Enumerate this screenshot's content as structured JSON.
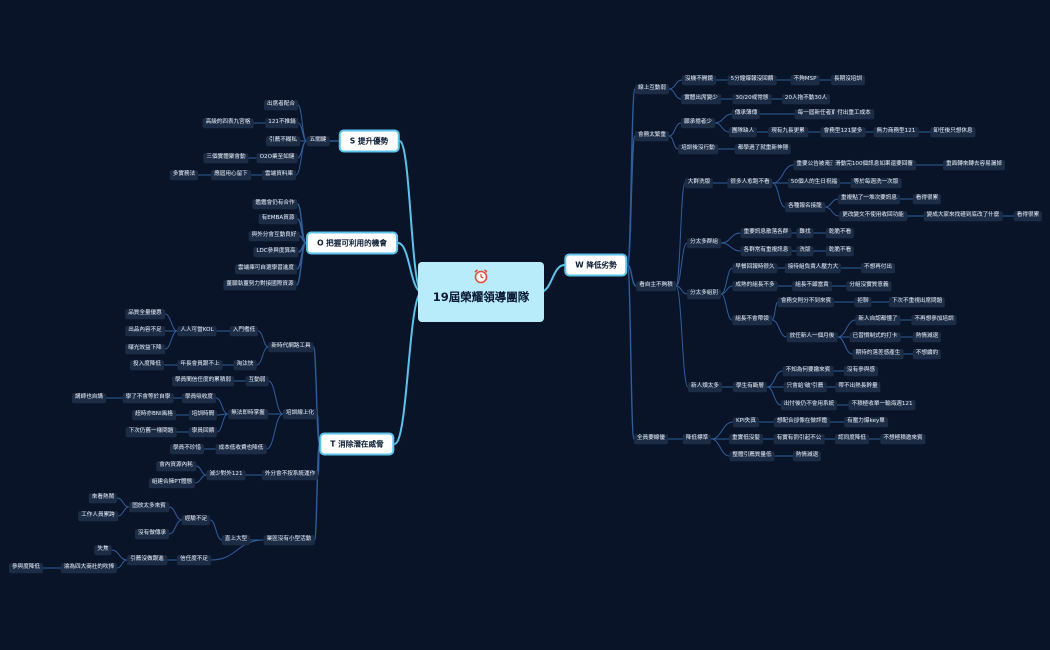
{
  "title": "19屆榮耀領導團隊",
  "colors": {
    "background": "#0a1428",
    "link": "#2f5e99",
    "node": "#1d2c45",
    "central": "#b9ecfa",
    "accent": "#5cc3ea",
    "icon": "#e74c3c"
  },
  "icons": {
    "central": "alarm-clock-icon"
  },
  "nodes": [
    {
      "id": "w",
      "text": "W 降低劣勢",
      "type": "branch"
    },
    {
      "id": "w1",
      "text": "線上互動弱",
      "parent": "w"
    },
    {
      "id": "w1a",
      "text": "沒機不開鏡",
      "parent": "w1"
    },
    {
      "id": "w1a1",
      "text": "5分鐘爆報沒回饋",
      "parent": "w1a"
    },
    {
      "id": "w1a2",
      "text": "不夠MSP",
      "parent": "w1a1"
    },
    {
      "id": "w1a3",
      "text": "長期沒培訓",
      "parent": "w1a2"
    },
    {
      "id": "w1b",
      "text": "實體出席變少",
      "parent": "w1"
    },
    {
      "id": "w1b1",
      "text": "30/20或常態",
      "parent": "w1b"
    },
    {
      "id": "w1b2",
      "text": "20人拖不動30人",
      "parent": "w1b1"
    },
    {
      "id": "w2",
      "text": "會務太繁重",
      "parent": "w"
    },
    {
      "id": "w2a",
      "text": "願承擔者少",
      "parent": "w2"
    },
    {
      "id": "w2a1",
      "text": "傳承薄傳",
      "parent": "w2a"
    },
    {
      "id": "w2a2",
      "text": "每一屆新任者更累",
      "parent": "w2a1"
    },
    {
      "id": "w2a3",
      "text": "付出重工成本",
      "parent": "w2a2"
    },
    {
      "id": "w2a4",
      "text": "團隊缺人",
      "parent": "w2a"
    },
    {
      "id": "w2a5",
      "text": "現有九長更累",
      "parent": "w2a4"
    },
    {
      "id": "w2a6",
      "text": "會務型121變多",
      "parent": "w2a5"
    },
    {
      "id": "w2a7",
      "text": "無力商務型121",
      "parent": "w2a6"
    },
    {
      "id": "w2a8",
      "text": "卸任後只想休息",
      "parent": "w2a7"
    },
    {
      "id": "w2b",
      "text": "培訓後沒行動",
      "parent": "w2"
    },
    {
      "id": "w2b1",
      "text": "都學過了就重新神隱",
      "parent": "w2b"
    },
    {
      "id": "w3",
      "text": "看自主不夠積",
      "parent": "w"
    },
    {
      "id": "w3a",
      "text": "大群洗版",
      "parent": "w3"
    },
    {
      "id": "w3a1",
      "text": "很多人愈跑不看",
      "parent": "w3a"
    },
    {
      "id": "w3a2",
      "text": "重要公告被淹沒",
      "parent": "w3a1"
    },
    {
      "id": "w3a3",
      "text": "滑動完100個訊息如果還要回覆",
      "parent": "w3a2"
    },
    {
      "id": "w3a4",
      "text": "重面轉來轉去容易漏掉",
      "parent": "w3a3"
    },
    {
      "id": "w3a5",
      "text": "50個人的生日祝福",
      "parent": "w3a1"
    },
    {
      "id": "w3a6",
      "text": "等於每週洗一次版",
      "parent": "w3a5"
    },
    {
      "id": "w3a7",
      "text": "各種報名接龍",
      "parent": "w3a1"
    },
    {
      "id": "w3a8",
      "text": "重複點了一堆次要訊息",
      "parent": "w3a7"
    },
    {
      "id": "w3a9",
      "text": "看得很累",
      "parent": "w3a8"
    },
    {
      "id": "w3a10",
      "text": "更改變文不使用收回功能",
      "parent": "w3a7"
    },
    {
      "id": "w3a11",
      "text": "變成大家來找碴到底改了什麼",
      "parent": "w3a10"
    },
    {
      "id": "w3a12",
      "text": "看得很累",
      "parent": "w3a11"
    },
    {
      "id": "w3b",
      "text": "分太多群組",
      "parent": "w3"
    },
    {
      "id": "w3b1",
      "text": "重要訊息散落各群",
      "parent": "w3b"
    },
    {
      "id": "w3b2",
      "text": "難找",
      "parent": "w3b1"
    },
    {
      "id": "w3b3",
      "text": "乾脆不看",
      "parent": "w3b2"
    },
    {
      "id": "w3b4",
      "text": "各群常有重複訊息",
      "parent": "w3b"
    },
    {
      "id": "w3b5",
      "text": "洗版",
      "parent": "w3b4"
    },
    {
      "id": "w3b6",
      "text": "乾脆不看",
      "parent": "w3b5"
    },
    {
      "id": "w3c",
      "text": "分太多組別",
      "parent": "w3"
    },
    {
      "id": "w3c1",
      "text": "早餐回報時很久",
      "parent": "w3c"
    },
    {
      "id": "w3c2",
      "text": "接待組負責人壓力大",
      "parent": "w3c1"
    },
    {
      "id": "w3c3",
      "text": "不想再付出",
      "parent": "w3c2"
    },
    {
      "id": "w3c4",
      "text": "成熟的組長不多",
      "parent": "w3c"
    },
    {
      "id": "w3c5",
      "text": "組長不顧當責",
      "parent": "w3c4"
    },
    {
      "id": "w3c6",
      "text": "分組沒實質意義",
      "parent": "w3c5"
    },
    {
      "id": "w3c7",
      "text": "組長不會帶領",
      "parent": "w3c"
    },
    {
      "id": "w3c8",
      "text": "會務交則分不到來賓",
      "parent": "w3c7"
    },
    {
      "id": "w3c9",
      "text": "拒聊",
      "parent": "w3c8"
    },
    {
      "id": "w3c10",
      "text": "下次不重視出席問題",
      "parent": "w3c9"
    },
    {
      "id": "w3c11",
      "text": "放任新人一個月後",
      "parent": "w3c7"
    },
    {
      "id": "w3c12",
      "text": "新人自認都懂了",
      "parent": "w3c11"
    },
    {
      "id": "w3c13",
      "text": "不再想參加培訓",
      "parent": "w3c12"
    },
    {
      "id": "w3c14",
      "text": "已習慣制式的打卡",
      "parent": "w3c11"
    },
    {
      "id": "w3c15",
      "text": "熱情減退",
      "parent": "w3c14"
    },
    {
      "id": "w3c16",
      "text": "期待的落差感產生",
      "parent": "w3c11"
    },
    {
      "id": "w3c17",
      "text": "不想續約",
      "parent": "w3c16"
    },
    {
      "id": "w3d",
      "text": "新人煩太多",
      "parent": "w3"
    },
    {
      "id": "w3d1",
      "text": "學生有斷層",
      "parent": "w3d"
    },
    {
      "id": "w3d2",
      "text": "不知為何要繳來賓",
      "parent": "w3d1"
    },
    {
      "id": "w3d3",
      "text": "沒有參與感",
      "parent": "w3d2"
    },
    {
      "id": "w3d4",
      "text": "只會給'破'引薦",
      "parent": "w3d1"
    },
    {
      "id": "w3d5",
      "text": "帶不出熱長幹量",
      "parent": "w3d4"
    },
    {
      "id": "w3d6",
      "text": "出忖後仍不會用系統",
      "parent": "w3d1"
    },
    {
      "id": "w3d7",
      "text": "不積極收單一輸海週121",
      "parent": "w3d6"
    },
    {
      "id": "w4",
      "text": "全員要線優",
      "parent": "w"
    },
    {
      "id": "w4a",
      "text": "降低標準",
      "parent": "w4"
    },
    {
      "id": "w4a1",
      "text": "KPI失真",
      "parent": "w4a"
    },
    {
      "id": "w4a2",
      "text": "想配合卻像在做評鑑",
      "parent": "w4a1"
    },
    {
      "id": "w4a3",
      "text": "有壓力爆key單",
      "parent": "w4a2"
    },
    {
      "id": "w4a4",
      "text": "重實低沒髮",
      "parent": "w4a"
    },
    {
      "id": "w4a5",
      "text": "有實有罰引起不公",
      "parent": "w4a4"
    },
    {
      "id": "w4a6",
      "text": "認同度降低",
      "parent": "w4a5"
    },
    {
      "id": "w4a7",
      "text": "不想極積邀來賓",
      "parent": "w4a6"
    },
    {
      "id": "w4a8",
      "text": "整體引薦質量低",
      "parent": "w4a"
    },
    {
      "id": "w4a9",
      "text": "熱情減退",
      "parent": "w4a8"
    },
    {
      "id": "s",
      "text": "S 提升優勢",
      "type": "branch"
    },
    {
      "id": "s1",
      "text": "五關鍵",
      "parent": "s"
    },
    {
      "id": "s1a",
      "text": "出席者配合",
      "parent": "s1"
    },
    {
      "id": "s1b",
      "text": "121不推銷",
      "parent": "s1"
    },
    {
      "id": "s1b1",
      "text": "高級的四表九宮格",
      "parent": "s1b"
    },
    {
      "id": "s1c",
      "text": "引薦不糊私",
      "parent": "s1"
    },
    {
      "id": "s1d",
      "text": "O2O業至如鏈",
      "parent": "s1"
    },
    {
      "id": "s1d1",
      "text": "三個實體聚會動",
      "parent": "s1d"
    },
    {
      "id": "s1e",
      "text": "雲端資料庫",
      "parent": "s1"
    },
    {
      "id": "s1e1",
      "text": "應屆用心留下",
      "parent": "s1e"
    },
    {
      "id": "s1e2",
      "text": "多實務法",
      "parent": "s1e1"
    },
    {
      "id": "o",
      "text": "O 把握可利用的機會",
      "type": "branch"
    },
    {
      "id": "o1",
      "text": "鑑鑑會仍有合作",
      "parent": "o"
    },
    {
      "id": "o2",
      "text": "有EMBA資源",
      "parent": "o"
    },
    {
      "id": "o3",
      "text": "與外分會互動良好",
      "parent": "o"
    },
    {
      "id": "o4",
      "text": "LDC參與度算高",
      "parent": "o"
    },
    {
      "id": "o5",
      "text": "雲端庫可自選學習進度",
      "parent": "o"
    },
    {
      "id": "o6",
      "text": "董願執董努力對接國際資源",
      "parent": "o"
    },
    {
      "id": "t",
      "text": "T 消除潛在威脅",
      "type": "branch"
    },
    {
      "id": "t1",
      "text": "新時代網路工具",
      "parent": "t"
    },
    {
      "id": "t1a",
      "text": "入門檻低",
      "parent": "t1"
    },
    {
      "id": "t1a1",
      "text": "人人可當KOL",
      "parent": "t1a"
    },
    {
      "id": "t1a2",
      "text": "品質全量優惠",
      "parent": "t1a1"
    },
    {
      "id": "t1a3",
      "text": "出品內容不足",
      "parent": "t1a1"
    },
    {
      "id": "t1a4",
      "text": "曝光效益下降",
      "parent": "t1a1"
    },
    {
      "id": "t1b",
      "text": "淘汰快",
      "parent": "t1"
    },
    {
      "id": "t1b1",
      "text": "年長會員跟不上",
      "parent": "t1b"
    },
    {
      "id": "t1b2",
      "text": "投入度降低",
      "parent": "t1b1"
    },
    {
      "id": "t2",
      "text": "培訓線上化",
      "parent": "t"
    },
    {
      "id": "t2a",
      "text": "互動弱",
      "parent": "t2"
    },
    {
      "id": "t2a1",
      "text": "學員間信任度的累積弱",
      "parent": "t2a"
    },
    {
      "id": "t2b",
      "text": "無法即時掌握",
      "parent": "t2"
    },
    {
      "id": "t2b1",
      "text": "學員吸收度",
      "parent": "t2b"
    },
    {
      "id": "t2b2",
      "text": "學了不會等於自學",
      "parent": "t2b1"
    },
    {
      "id": "t2b3",
      "text": "講師也自講",
      "parent": "t2b2"
    },
    {
      "id": "t2b4",
      "text": "培訓時間",
      "parent": "t2b"
    },
    {
      "id": "t2b5",
      "text": "超時亦BNI風格",
      "parent": "t2b4"
    },
    {
      "id": "t2b6",
      "text": "學員回饋",
      "parent": "t2b"
    },
    {
      "id": "t2b7",
      "text": "下次仍舊一樣問題",
      "parent": "t2b6"
    },
    {
      "id": "t2c",
      "text": "成本低收費也降低",
      "parent": "t2"
    },
    {
      "id": "t2c1",
      "text": "學員不珍惜",
      "parent": "t2c"
    },
    {
      "id": "t3",
      "text": "外分會不按系統運作",
      "parent": "t"
    },
    {
      "id": "t3a",
      "text": "減少對外121",
      "parent": "t3"
    },
    {
      "id": "t3a1",
      "text": "會內資源內耗",
      "parent": "t3a"
    },
    {
      "id": "t3a2",
      "text": "組建合擁PT體態",
      "parent": "t3a"
    },
    {
      "id": "t4",
      "text": "業區沒有小型活動",
      "parent": "t"
    },
    {
      "id": "t4a",
      "text": "直上大型",
      "parent": "t4"
    },
    {
      "id": "t4a1",
      "text": "經驗不足",
      "parent": "t4a"
    },
    {
      "id": "t4a2",
      "text": "固放太多來賓",
      "parent": "t4a1"
    },
    {
      "id": "t4a3",
      "text": "來看熱鬧",
      "parent": "t4a2"
    },
    {
      "id": "t4a4",
      "text": "工作人員累跨",
      "parent": "t4a2"
    },
    {
      "id": "t4a5",
      "text": "沒有做傳承",
      "parent": "t4a1"
    },
    {
      "id": "t4b",
      "text": "信任度不足",
      "parent": "t4"
    },
    {
      "id": "t4b1",
      "text": "引薦沒做跟進",
      "parent": "t4b"
    },
    {
      "id": "t4b2",
      "text": "失焦",
      "parent": "t4b1"
    },
    {
      "id": "t4b3",
      "text": "淪為四大商社的吹捧",
      "parent": "t4b1"
    },
    {
      "id": "t4b4",
      "text": "參與度降低",
      "parent": "t4b3"
    }
  ]
}
